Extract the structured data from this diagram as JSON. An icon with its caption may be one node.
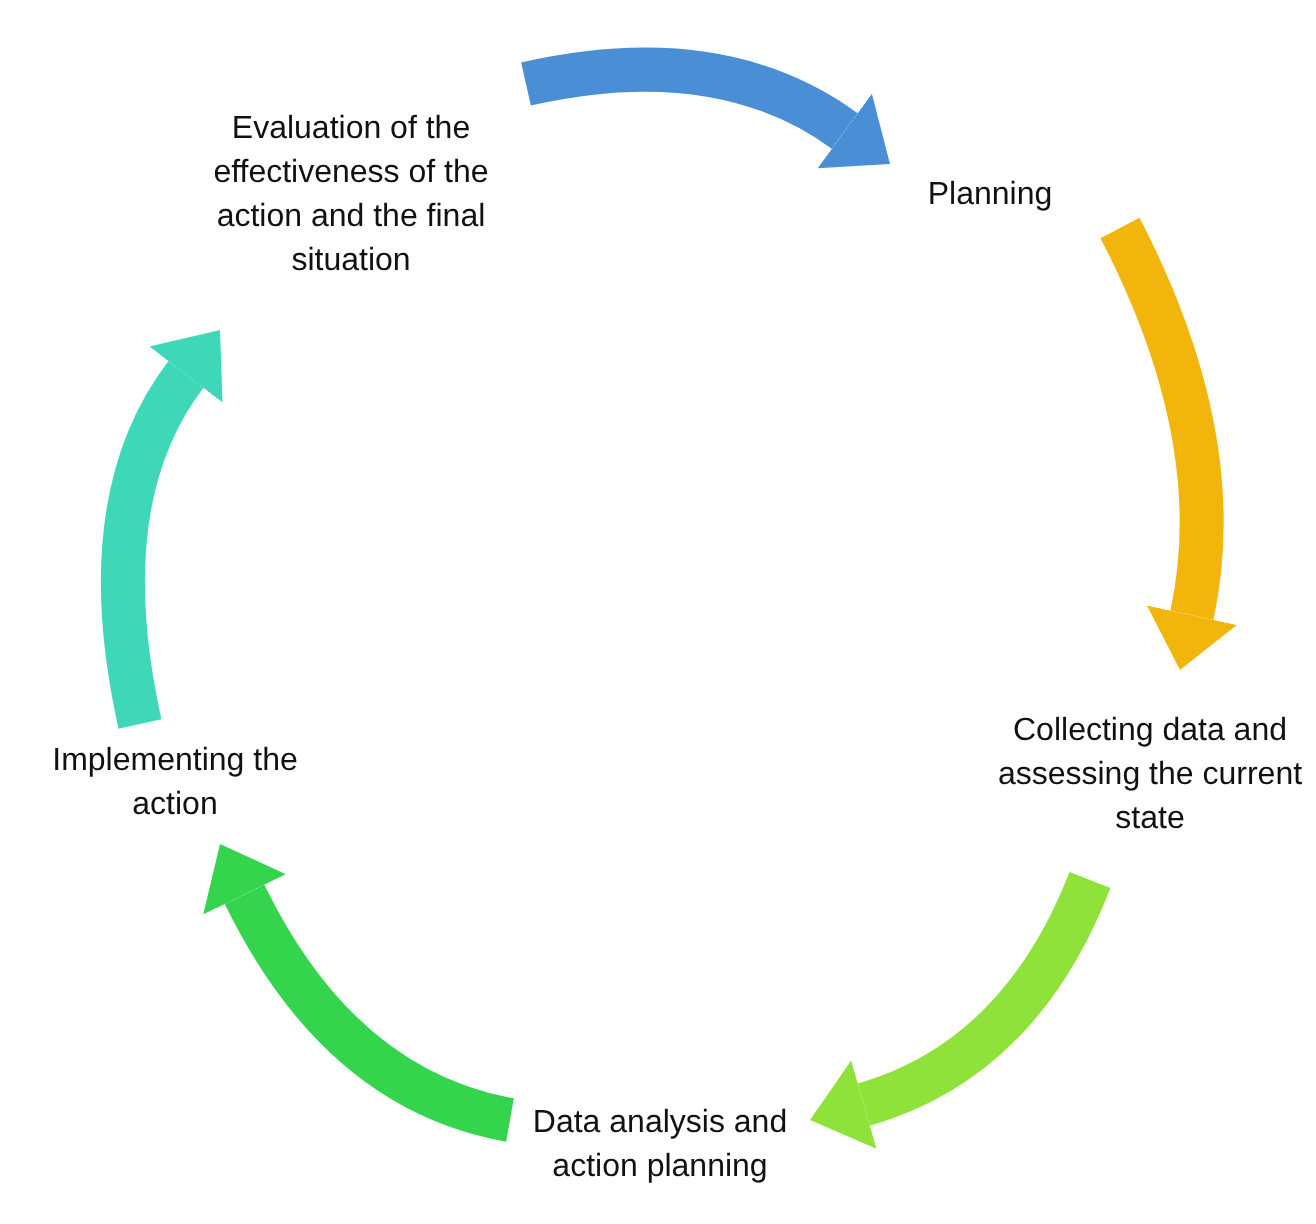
{
  "diagram": {
    "nodes": [
      {
        "text": [
          "Evaluation of the effectiveness of the action and the final situation"
        ]
      },
      {
        "text": [
          "Planning"
        ]
      },
      {
        "text": [
          "Collecting data and assessing the current state"
        ]
      },
      {
        "text": [
          "Data analysis and action planning"
        ]
      },
      {
        "text": [
          "Implementing the action"
        ]
      }
    ],
    "edges": [
      {
        "from": 0,
        "to": 1,
        "arrow": "to",
        "color": "#4a8fd6"
      },
      {
        "from": 1,
        "to": 2,
        "arrow": "to",
        "color": "#f2b50c"
      },
      {
        "from": 2,
        "to": 3,
        "arrow": "to",
        "color": "#8fe23a"
      },
      {
        "from": 3,
        "to": 4,
        "arrow": "to",
        "color": "#34d44c"
      },
      {
        "from": 4,
        "to": 0,
        "arrow": "to",
        "color": "#3ed8b8"
      }
    ]
  }
}
